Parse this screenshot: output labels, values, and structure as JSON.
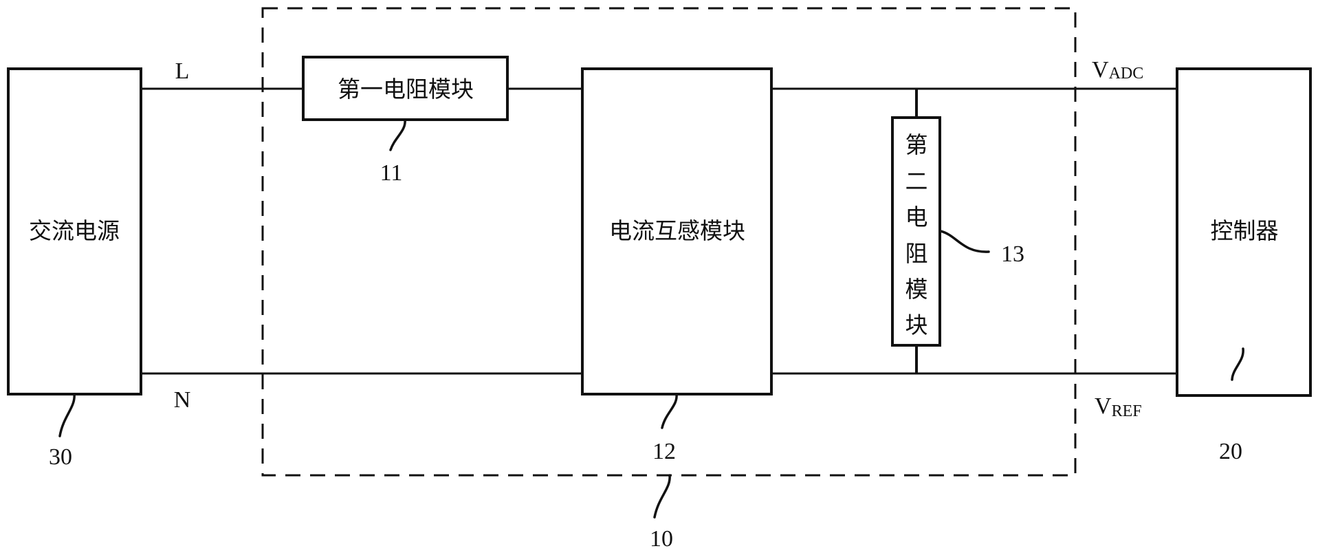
{
  "diagram": {
    "blocks": {
      "ac_source": {
        "label": "交流电源",
        "ref": "30"
      },
      "first_resistor": {
        "label": "第一电阻模块",
        "ref": "11"
      },
      "current_transformer": {
        "label": "电流互感模块",
        "ref": "12"
      },
      "second_resistor": {
        "label_chars": [
          "第",
          "二",
          "电",
          "阻",
          "模",
          "块"
        ],
        "ref": "13"
      },
      "controller": {
        "label": "控制器",
        "ref": "20"
      },
      "sampling_circuit": {
        "ref": "10"
      }
    },
    "lines": {
      "live": "L",
      "neutral": "N"
    },
    "signals": {
      "adc": {
        "main": "V",
        "sub": "ADC"
      },
      "ref": {
        "main": "V",
        "sub": "REF"
      }
    }
  }
}
